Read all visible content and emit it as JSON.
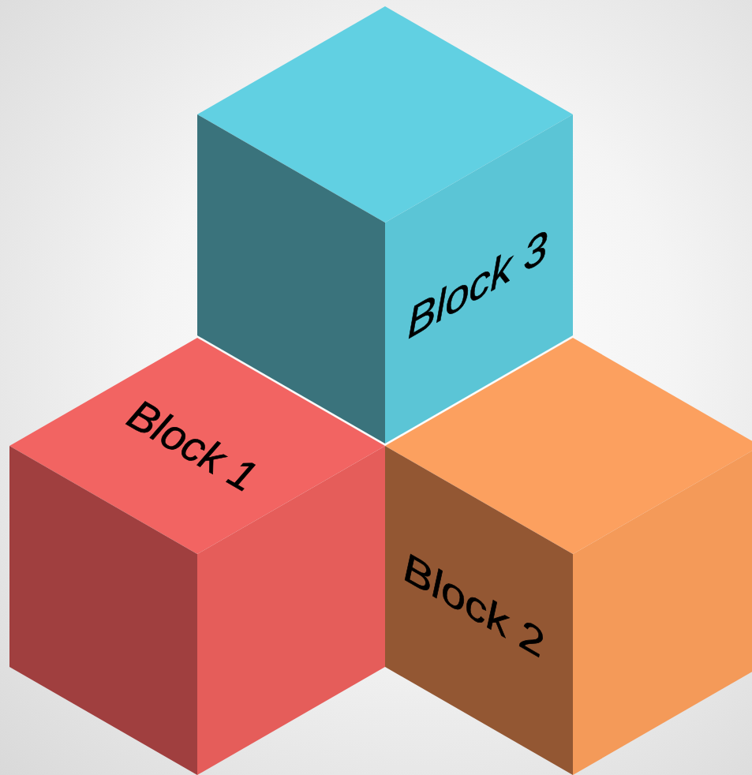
{
  "diagram": {
    "nodes": [
      {
        "text": [
          "Block 3"
        ]
      },
      {
        "text": [
          "Block 1"
        ]
      },
      {
        "text": [
          "Block 2"
        ]
      }
    ]
  }
}
